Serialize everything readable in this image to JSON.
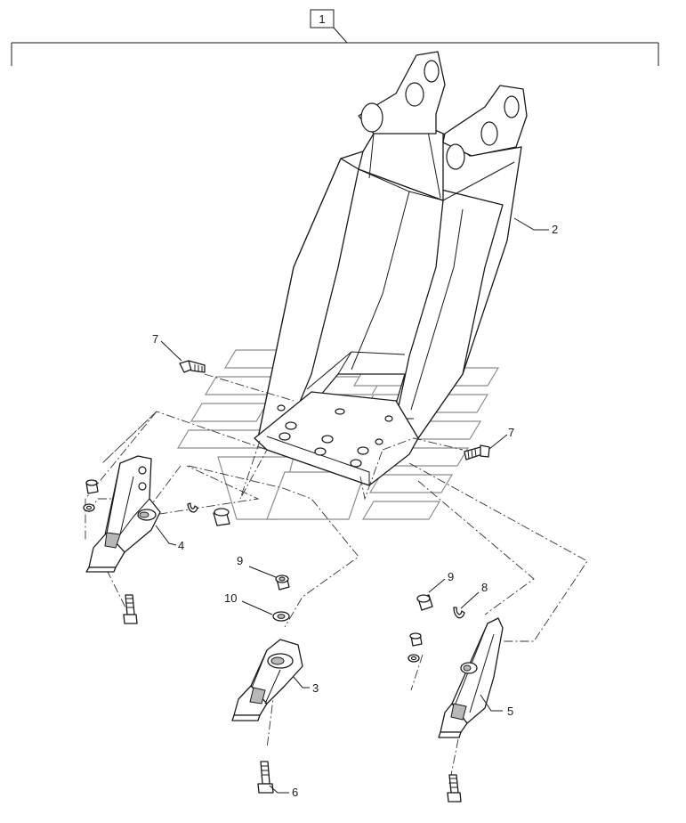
{
  "assembly_label": "1",
  "callouts": {
    "bucket": "2",
    "tooth_center": "3",
    "tooth_left": "4",
    "tooth_right": "5",
    "bolt_long": "6",
    "bolt_left": "7",
    "bolt_right": "7",
    "retainer": "8",
    "nut_center": "9",
    "nut_right": "9",
    "washer": "10"
  },
  "colors": {
    "line": "#1a1a1a",
    "watermark": "#8c8c8c",
    "background": "#ffffff"
  }
}
